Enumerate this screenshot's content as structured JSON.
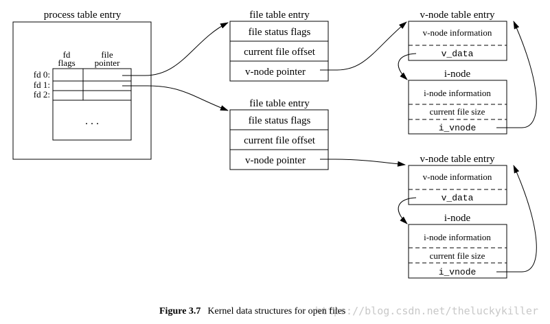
{
  "process_table": {
    "title": "process table entry",
    "col_fd_flags": [
      "fd",
      "flags"
    ],
    "col_file_pointer": [
      "file",
      "pointer"
    ],
    "rows": [
      "fd 0:",
      "fd 1:",
      "fd 2:"
    ],
    "ellipsis": ". . ."
  },
  "file_tables": [
    {
      "title": "file table entry",
      "cells": [
        "file status flags",
        "current file offset",
        "v-node pointer"
      ]
    },
    {
      "title": "file table entry",
      "cells": [
        "file status flags",
        "current file offset",
        "v-node pointer"
      ]
    }
  ],
  "vnodes": [
    {
      "title": "v-node table entry",
      "info": "v-node information",
      "v_data": "v_data",
      "inode_title": "i-node",
      "inode_info": "i-node information",
      "file_size": "current file size",
      "i_vnode": "i_vnode"
    },
    {
      "title": "v-node table entry",
      "info": "v-node information",
      "v_data": "v_data",
      "inode_title": "i-node",
      "inode_info": "i-node information",
      "file_size": "current file size",
      "i_vnode": "i_vnode"
    }
  ],
  "caption": {
    "label": "Figure 3.7",
    "text": "Kernel data structures for open files"
  },
  "watermark": "https://blog.csdn.net/theluckykiller"
}
